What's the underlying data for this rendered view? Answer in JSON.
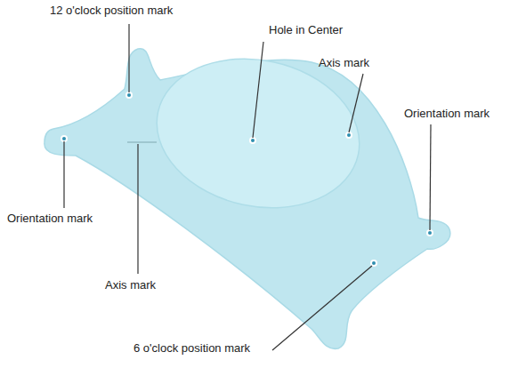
{
  "diagram": {
    "labels": [
      "12 o'clock position mark",
      "Hole in Center",
      "Axis mark",
      "Orientation mark",
      "Orientation mark",
      "Axis mark",
      "6 o'clock position mark"
    ]
  }
}
